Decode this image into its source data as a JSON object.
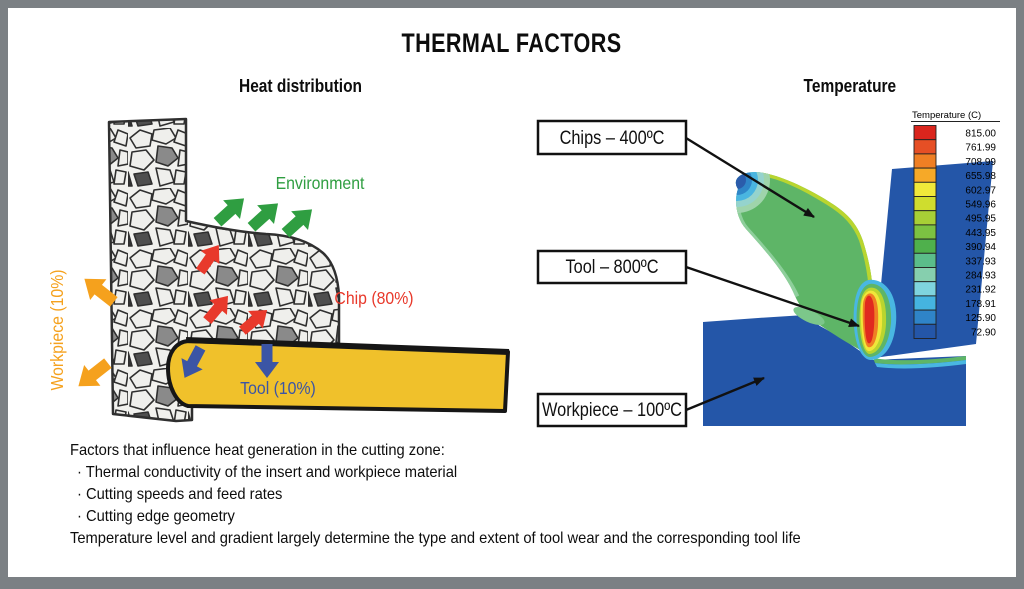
{
  "title": "THERMAL FACTORS",
  "left_panel": {
    "title": "Heat distribution",
    "labels": {
      "environment": "Environment",
      "chip": "Chip (80%)",
      "tool": "Tool (10%)",
      "workpiece": "Workpiece (10%)"
    },
    "colors": {
      "environment": "#2f9e41",
      "chip": "#e8392b",
      "tool_label": "#3b55a5",
      "workpiece": "#f5a11d",
      "tool_fill": "#f0c12b"
    }
  },
  "right_panel": {
    "title": "Temperature",
    "callouts": [
      {
        "label": "Chips – 400ºC"
      },
      {
        "label": "Tool – 800ºC"
      },
      {
        "label": "Workpiece – 100ºC"
      }
    ],
    "fem_colors": {
      "body_blue": "#2456a8",
      "chip_green": "#5eb567",
      "hot_red": "#e0291f"
    },
    "legend": {
      "title": "Temperature (C)",
      "values": [
        "815.00",
        "761.99",
        "708.99",
        "655.98",
        "602.97",
        "549.96",
        "495.95",
        "443.95",
        "390.94",
        "337.93",
        "284.93",
        "231.92",
        "178.91",
        "125.90",
        "72.90"
      ],
      "colors": [
        "#da251d",
        "#e64f25",
        "#ef7f24",
        "#f6a928",
        "#f0e93a",
        "#cfdd2e",
        "#a8cf36",
        "#7cc242",
        "#4fb04c",
        "#5bbd8a",
        "#86cfae",
        "#7fd4de",
        "#45b4e0",
        "#2f84c8",
        "#2456a8"
      ]
    }
  },
  "footer": {
    "lines": [
      "Factors that influence heat generation in the cutting zone:",
      "· Thermal conductivity of the insert and workpiece material",
      "· Cutting speeds and feed rates",
      "· Cutting edge geometry",
      "Temperature level and gradient largely determine the type and extent of tool wear and the corresponding tool life"
    ]
  }
}
